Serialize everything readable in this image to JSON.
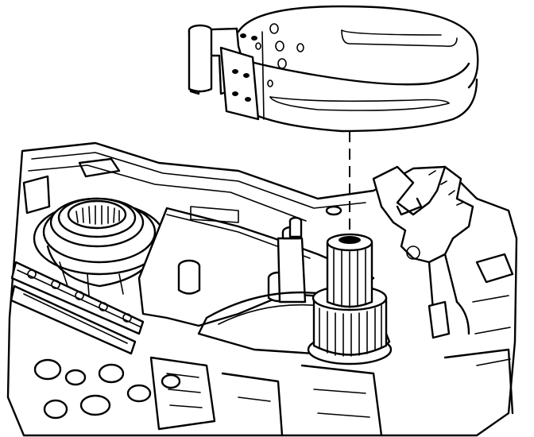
{
  "figure": {
    "subject": "",
    "colors": {
      "line": "#000000",
      "background": "#ffffff"
    },
    "parts": [
      {
        "id": "band",
        "icon": "brake-band-icon"
      },
      {
        "id": "housing",
        "icon": "transmission-case-icon"
      },
      {
        "id": "servo-pin",
        "icon": "pin-icon"
      },
      {
        "id": "drum",
        "icon": "splined-drum-icon"
      }
    ]
  }
}
